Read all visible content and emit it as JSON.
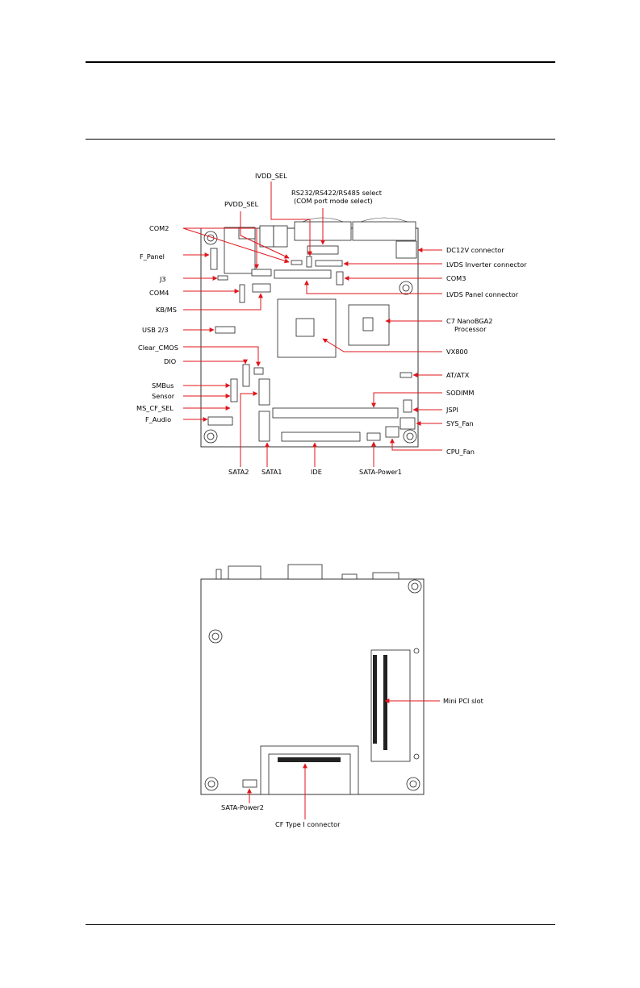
{
  "top_diagram": {
    "labels": {
      "ivdd_sel": "IVDD_SEL",
      "rs232_select": "RS232/RS422/RS485 select",
      "com_port_mode": "(COM port mode select)",
      "pvdd_sel": "PVDD_SEL",
      "com2": "COM2",
      "f_panel": "F_Panel",
      "j3": "J3",
      "com4": "COM4",
      "kb_ms": "KB/MS",
      "usb23": "USB 2/3",
      "clear_cmos": "Clear_CMOS",
      "dio": "DIO",
      "smbus": "SMBus",
      "sensor": "Sensor",
      "ms_cf_sel": "MS_CF_SEL",
      "f_audio": "F_Audio",
      "dc12v": "DC12V connector",
      "lvds_inverter": "LVDS Inverter connector",
      "com3": "COM3",
      "lvds_panel": "LVDS Panel connector",
      "c7_nano": "C7 NanoBGA2",
      "processor": "Processor",
      "vx800": "VX800",
      "at_atx": "AT/ATX",
      "sodimm": "SODIMM",
      "jspi": "JSPI",
      "sys_fan": "SYS_Fan",
      "cpu_fan": "CPU_Fan",
      "sata2": "SATA2",
      "sata1": "SATA1",
      "ide": "IDE",
      "sata_power1": "SATA-Power1"
    }
  },
  "bottom_diagram": {
    "labels": {
      "mini_pci": "Mini PCI slot",
      "sata_power2": "SATA-Power2",
      "cf_type1": "CF Type I connector"
    }
  },
  "colors": {
    "arrow": "#e0151b",
    "outline": "#222222"
  }
}
